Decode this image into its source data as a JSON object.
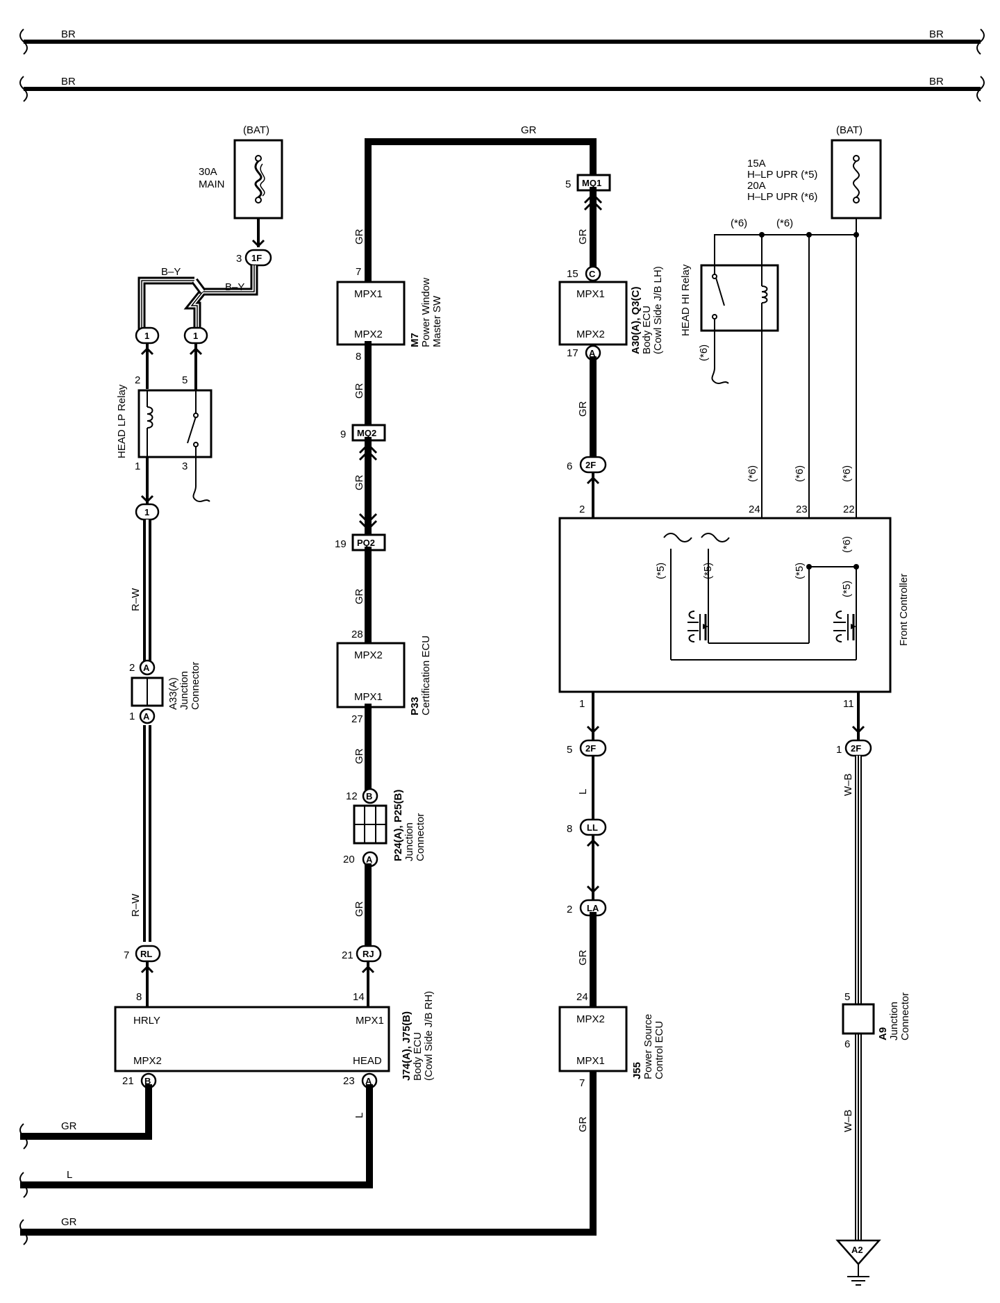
{
  "bus": {
    "top1_left": "BR",
    "top1_right": "BR",
    "top2_left": "BR",
    "top2_right": "BR"
  },
  "left": {
    "bat": "(BAT)",
    "fuse_amp": "30A",
    "fuse_name": "MAIN",
    "conn_1f_pin": "3",
    "conn_1f": "1F",
    "wire_by1": "B–Y",
    "wire_by2": "B–Y",
    "pill_1a": "1",
    "pill_1b": "1",
    "relay_name": "HEAD LP Relay",
    "relay_pin2": "2",
    "relay_pin5": "5",
    "relay_pin1": "1",
    "relay_pin3": "3",
    "pill_1c": "1",
    "wire_rw1": "R–W",
    "a33_pin2": "2",
    "a33_a_top": "A",
    "a33_pin1": "1",
    "a33_a_bot": "A",
    "a33_code": "A33(A)",
    "a33_name1": "Junction",
    "a33_name2": "Connector",
    "wire_rw2": "R–W",
    "rl_pin": "7",
    "rl": "RL",
    "hrly_pin": "8"
  },
  "mid": {
    "wire_gr_top": "GR",
    "wire_gr1": "GR",
    "m7_pin7": "7",
    "m7_mpx1": "MPX1",
    "m7_mpx2": "MPX2",
    "m7_code": "M7",
    "m7_name1": "Power Window",
    "m7_name2": "Master SW",
    "m7_pin8": "8",
    "wire_gr2": "GR",
    "mq2_pin": "9",
    "mq2": "MQ2",
    "wire_gr3": "GR",
    "pq2_pin": "19",
    "pq2": "PQ2",
    "wire_gr4": "GR",
    "p33_pin28": "28",
    "p33_mpx2": "MPX2",
    "p33_mpx1": "MPX1",
    "p33_code": "P33",
    "p33_name": "Certification ECU",
    "p33_pin27": "27",
    "wire_gr5": "GR",
    "p24_pin12": "12",
    "p24_b": "B",
    "p24_pin20": "20",
    "p24_a": "A",
    "p24_code": "P24(A), P25(B)",
    "p24_name1": "Junction",
    "p24_name2": "Connector",
    "wire_gr6": "GR",
    "rj_pin": "21",
    "rj": "RJ",
    "j74_pin14": "14"
  },
  "j74": {
    "hrly": "HRLY",
    "mpx1": "MPX1",
    "mpx2": "MPX2",
    "head": "HEAD",
    "pin21": "21",
    "b": "B",
    "pin23": "23",
    "a": "A",
    "code": "J74(A), J75(B)",
    "name1": "Body ECU",
    "name2": "(Cowl Side J/B RH)"
  },
  "bottom": {
    "gr1": "GR",
    "l": "L",
    "wire_l": "L",
    "gr2": "GR"
  },
  "right": {
    "mq1_pin": "5",
    "mq1": "MQ1",
    "wire_gr1": "GR",
    "a30_pin15": "15",
    "a30_c": "C",
    "a30_mpx1": "MPX1",
    "a30_mpx2": "MPX2",
    "a30_pin17": "17",
    "a30_a": "A",
    "a30_code": "A30(A), Q3(C)",
    "a30_name1": "Body ECU",
    "a30_name2": "(Cowl Side J/B LH)",
    "wire_gr2": "GR",
    "c2f_pin": "6",
    "c2f": "2F",
    "fc_pin2": "2",
    "fc_pin24": "24",
    "fc_pin23": "23",
    "fc_pin22": "22",
    "fc_name": "Front Controller",
    "fc_pin1": "1",
    "fc_pin11": "11",
    "c2f_b_pin": "5",
    "c2f_b": "2F",
    "wire_l": "L",
    "ll_pin": "8",
    "ll": "LL",
    "la_pin": "2",
    "la": "LA",
    "wire_gr3": "GR",
    "j55_pin24": "24",
    "j55_mpx2": "MPX2",
    "j55_mpx1": "MPX1",
    "j55_code": "J55",
    "j55_name1": "Power Source",
    "j55_name2": "Control ECU",
    "j55_pin7": "7",
    "wire_gr4": "GR",
    "c2f_c_pin": "1",
    "c2f_c": "2F",
    "wire_wb1": "W–B",
    "a9_pin5": "5",
    "a9_pin6": "6",
    "a9_code": "A9",
    "a9_name1": "Junction",
    "a9_name2": "Connector",
    "wire_wb2": "W–B",
    "ground": "A2",
    "bat": "(BAT)",
    "fuse1": "15A",
    "fuse1_name": "H–LP UPR (*5)",
    "fuse2": "20A",
    "fuse2_name": "H–LP UPR (*6)",
    "note6a": "(*6)",
    "note6b": "(*6)",
    "relay_name": "HEAD HI Relay",
    "note6c": "(*6)",
    "note6d": "(*6)",
    "note6e": "(*6)",
    "note6f": "(*6)",
    "note5a": "(*5)",
    "note5b": "(*5)",
    "note5c": "(*5)",
    "note6g": "(*6)",
    "note5d": "(*5)"
  }
}
